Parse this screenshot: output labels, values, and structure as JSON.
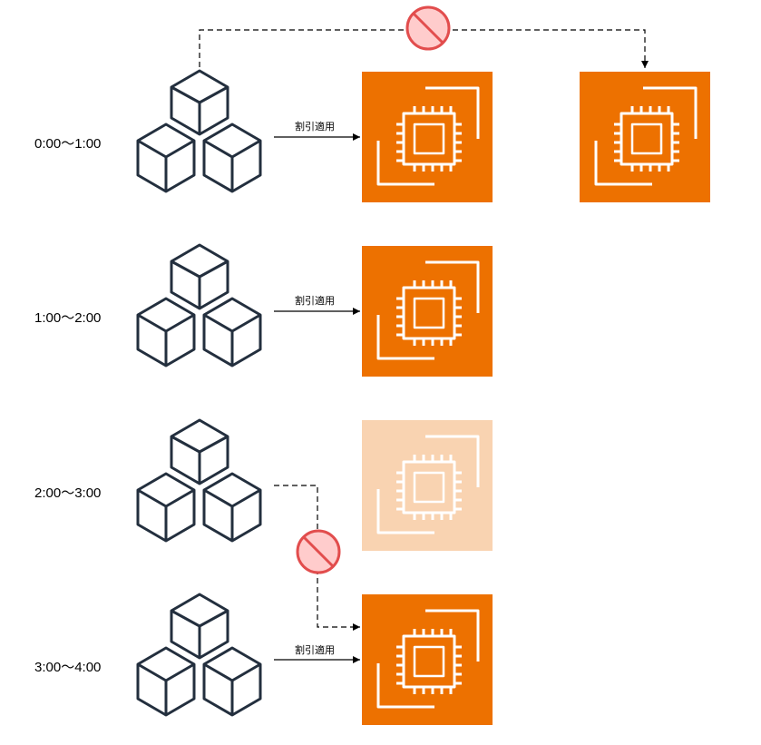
{
  "colors": {
    "instance_fill": "#ED7100",
    "instance_faded_fill": "#F7D4B3",
    "chip_stroke": "#FFFFFF",
    "cube_stroke": "#232F3E",
    "arrow": "#000000",
    "prohibit_fill": "#FFCCCC",
    "prohibit_stroke": "#E24D4D"
  },
  "rows": [
    {
      "time_label": "0:00〜1:00",
      "edge_label": "割引適用"
    },
    {
      "time_label": "1:00〜2:00",
      "edge_label": "割引適用"
    },
    {
      "time_label": "2:00〜3:00"
    },
    {
      "time_label": "3:00〜4:00",
      "edge_label": "割引適用"
    }
  ],
  "icons": {
    "reserved_instances": "cubes-icon",
    "ec2_instance": "ec2-instance-icon",
    "prohibited": "prohibited-icon"
  }
}
